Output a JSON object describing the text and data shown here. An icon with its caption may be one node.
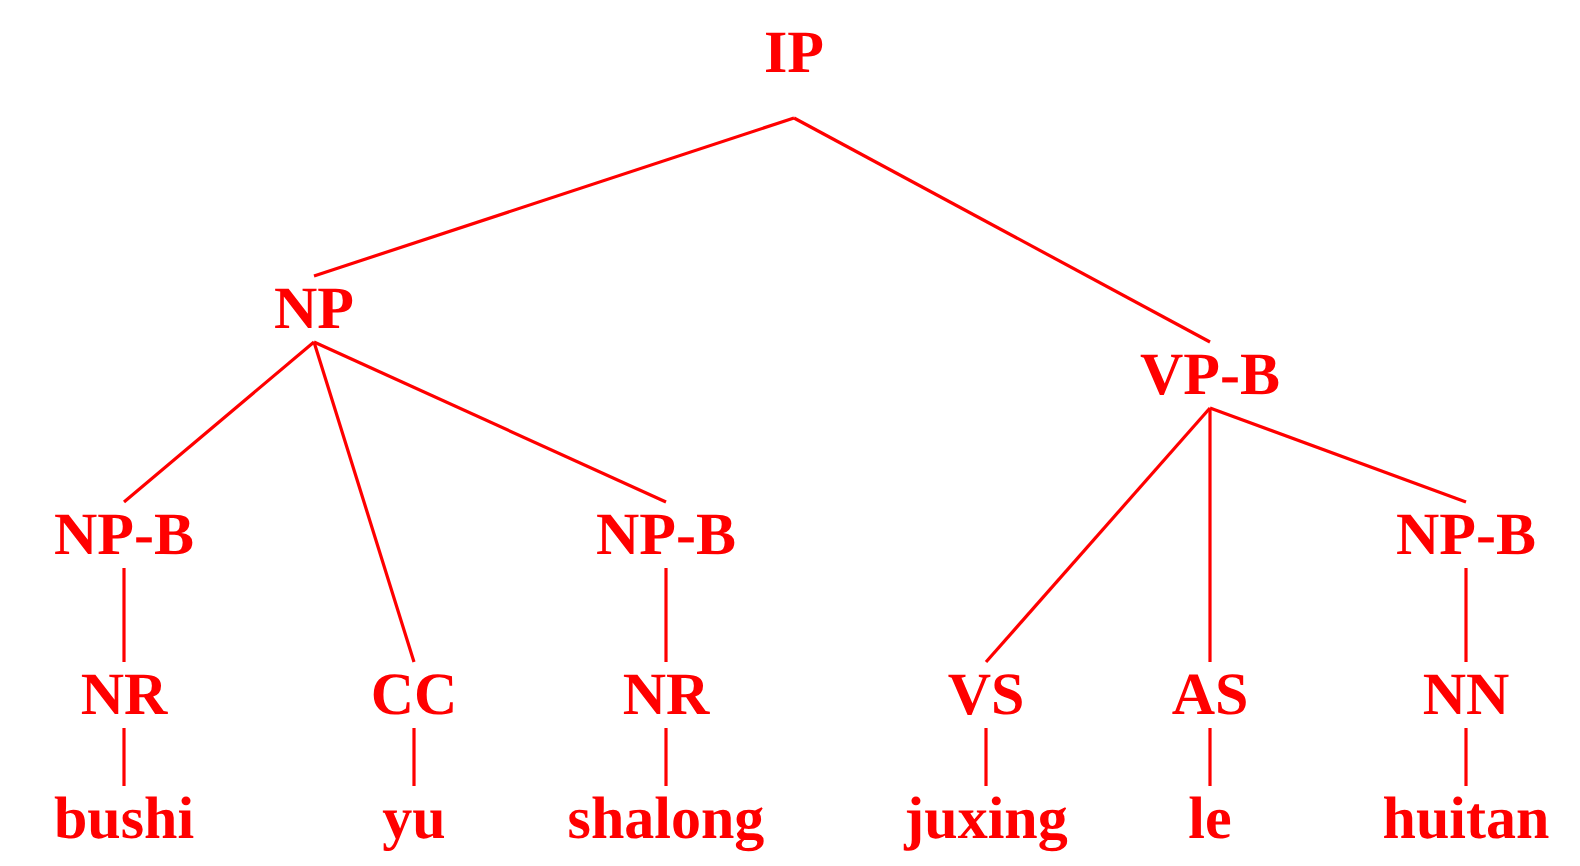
{
  "diagram": {
    "nodes": [
      {
        "text": [
          "IP"
        ]
      },
      {
        "text": [
          "NP"
        ]
      },
      {
        "text": [
          "VP-B"
        ]
      },
      {
        "text": [
          "NP-B"
        ]
      },
      {
        "text": [
          "NP-B"
        ]
      },
      {
        "text": [
          "NP-B"
        ]
      },
      {
        "text": [
          "NR"
        ]
      },
      {
        "text": [
          "CC"
        ]
      },
      {
        "text": [
          "NR"
        ]
      },
      {
        "text": [
          "VS"
        ]
      },
      {
        "text": [
          "AS"
        ]
      },
      {
        "text": [
          "NN"
        ]
      },
      {
        "text": [
          "bushi"
        ]
      },
      {
        "text": [
          "yu"
        ]
      },
      {
        "text": [
          "shalong"
        ]
      },
      {
        "text": [
          "juxing"
        ]
      },
      {
        "text": [
          "le"
        ]
      },
      {
        "text": [
          "huitan"
        ]
      }
    ],
    "edges": [
      {
        "from": 0,
        "to": 1,
        "arrow": "none"
      },
      {
        "from": 0,
        "to": 2,
        "arrow": "none"
      },
      {
        "from": 1,
        "to": 3,
        "arrow": "none"
      },
      {
        "from": 1,
        "to": 7,
        "arrow": "none"
      },
      {
        "from": 1,
        "to": 4,
        "arrow": "none"
      },
      {
        "from": 2,
        "to": 9,
        "arrow": "none"
      },
      {
        "from": 2,
        "to": 10,
        "arrow": "none"
      },
      {
        "from": 2,
        "to": 5,
        "arrow": "none"
      },
      {
        "from": 3,
        "to": 6,
        "arrow": "none"
      },
      {
        "from": 4,
        "to": 8,
        "arrow": "none"
      },
      {
        "from": 5,
        "to": 11,
        "arrow": "none"
      },
      {
        "from": 6,
        "to": 12,
        "arrow": "none"
      },
      {
        "from": 7,
        "to": 13,
        "arrow": "none"
      },
      {
        "from": 8,
        "to": 14,
        "arrow": "none"
      },
      {
        "from": 9,
        "to": 15,
        "arrow": "none"
      },
      {
        "from": 10,
        "to": 16,
        "arrow": "none"
      },
      {
        "from": 11,
        "to": 17,
        "arrow": "none"
      }
    ]
  }
}
